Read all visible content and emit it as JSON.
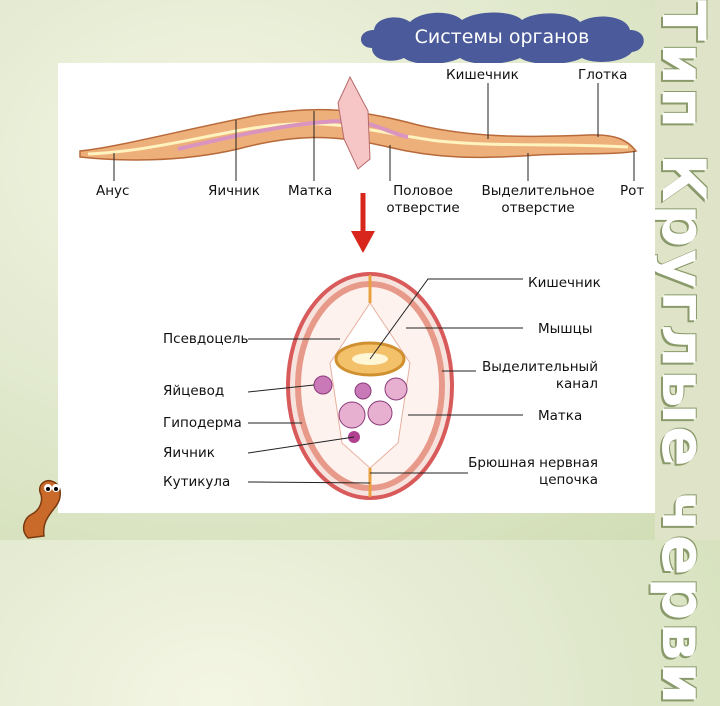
{
  "slide": {
    "title": "Системы органов",
    "side_title": "Тип Круглые черви"
  },
  "worm_labels": {
    "intestine": "Кишечник",
    "pharynx": "Глотка",
    "anus": "Анус",
    "ovary": "Яичник",
    "uterus": "Матка",
    "genital_opening": [
      "Половое",
      "отверстие"
    ],
    "excretory_opening": [
      "Выделительное",
      "отверстие"
    ],
    "mouth": "Рот"
  },
  "cross_section_labels": {
    "intestine": "Кишечник",
    "muscles": "Мышцы",
    "excretory_canal": [
      "Выделительный",
      "канал"
    ],
    "uterus": "Матка",
    "nerve_cord": [
      "Брюшная нервная",
      "цепочка"
    ],
    "pseudocoel": "Псевдоцель",
    "oviduct": "Яйцевод",
    "hypodermis": "Гиподерма",
    "ovary": "Яичник",
    "cuticle": "Кутикула"
  },
  "colors": {
    "cloud": "#4a5a9a",
    "arrow": "#d9261c",
    "worm_body": "#e8a86a",
    "section_outline": "#d85a5a"
  }
}
